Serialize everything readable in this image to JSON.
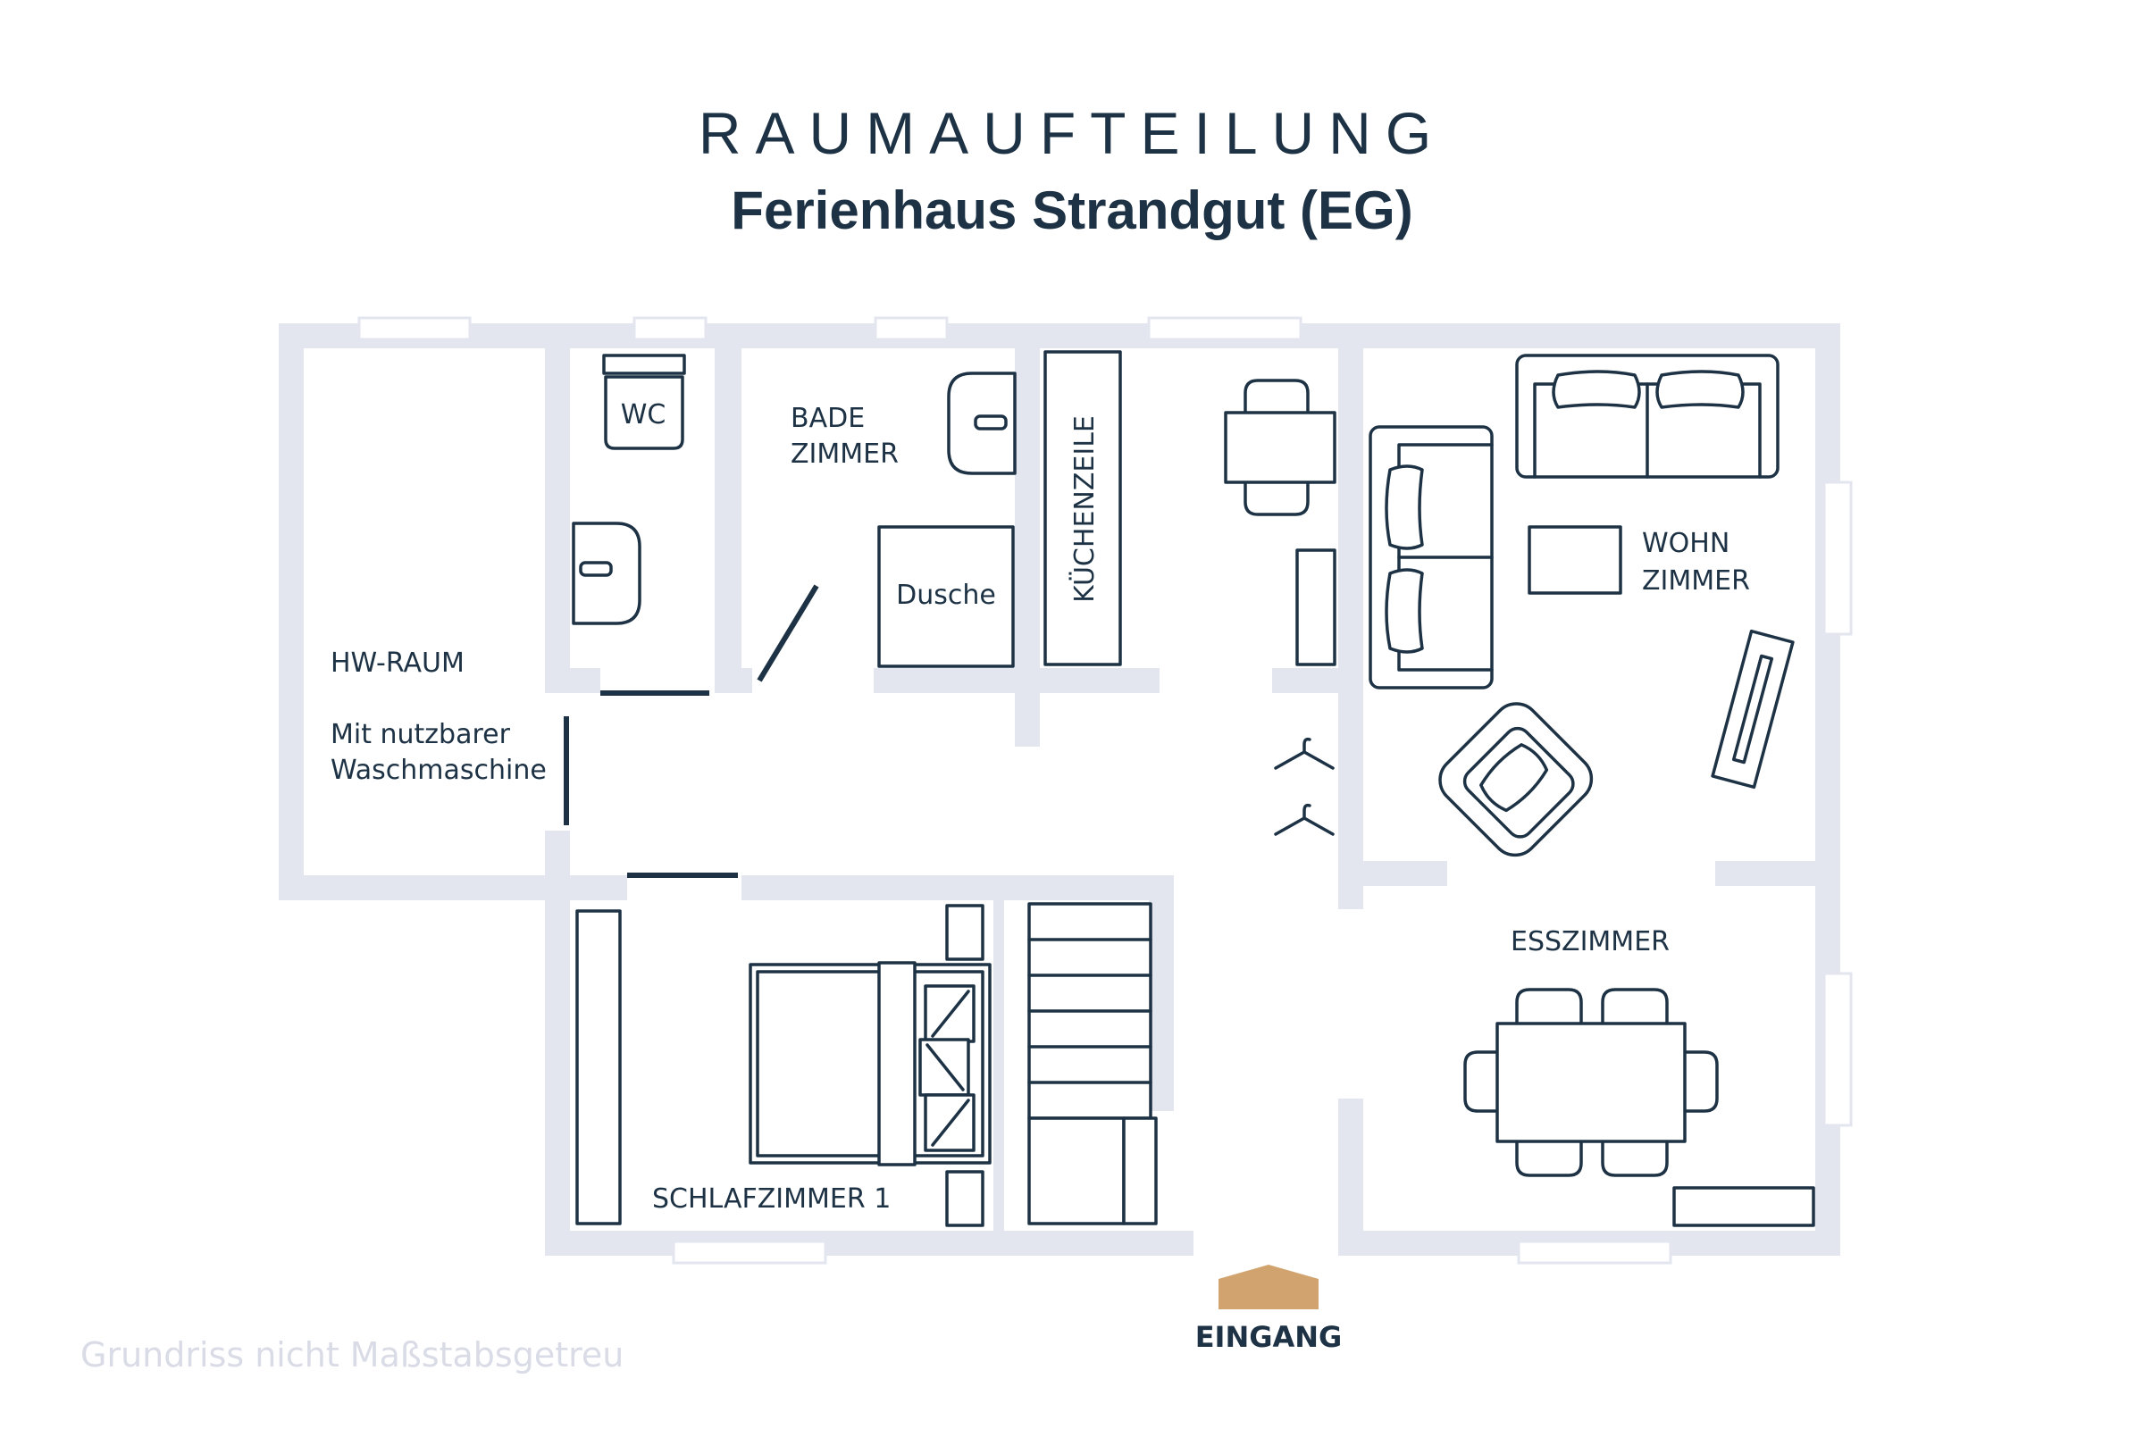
{
  "header": {
    "title": "RAUMAUFTEILUNG",
    "subtitle": "Ferienhaus Strandgut (EG)"
  },
  "rooms": {
    "hw_raum": "HW-RAUM",
    "hw_note_line1": "Mit nutzbarer",
    "hw_note_line2": "Waschmaschine",
    "wc": "WC",
    "bad_line1": "BADE",
    "bad_line2": "ZIMMER",
    "dusche": "Dusche",
    "kuechenzeile": "KÜCHENZEILE",
    "wohn_line1": "WOHN",
    "wohn_line2": "ZIMMER",
    "esszimmer": "ESSZIMMER",
    "schlafzimmer": "SCHLAFZIMMER 1"
  },
  "entrance": {
    "label": "EINGANG",
    "color": "#d1a36e"
  },
  "footer": {
    "note": "Grundriss nicht Maßstabsgetreu"
  },
  "colors": {
    "wall": "#e3e5ef",
    "ink": "#1d3244"
  }
}
